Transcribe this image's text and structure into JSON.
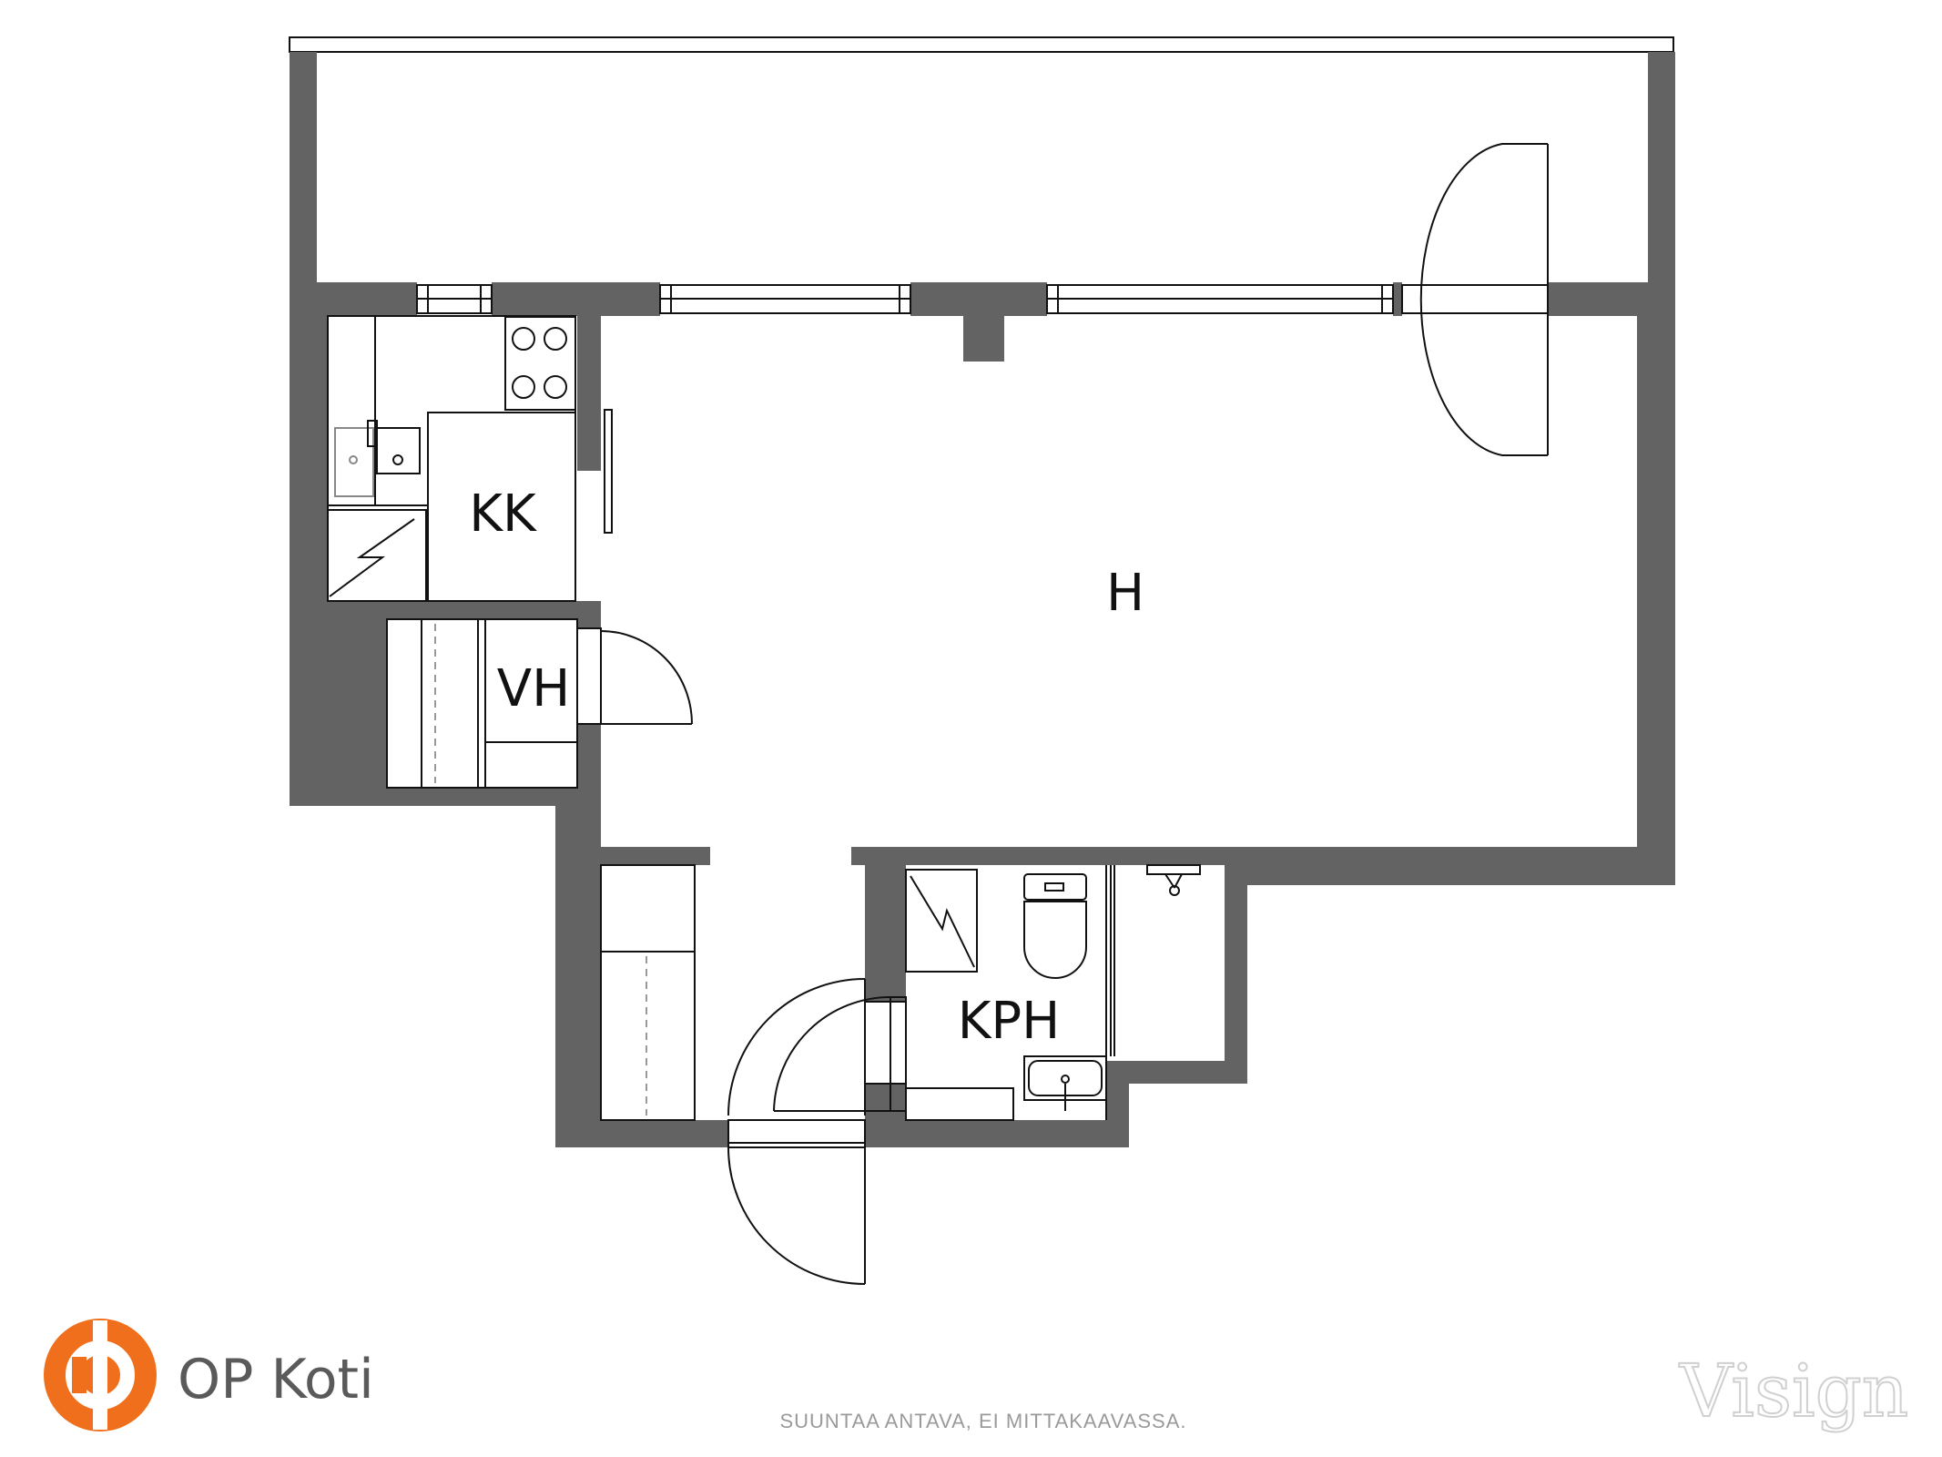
{
  "rooms": {
    "kk": "KK",
    "h": "H",
    "vh": "VH",
    "kph": "KPH"
  },
  "footer": {
    "disclaimer": "SUUNTAA ANTAVA, EI MITTAKAAVASSA.",
    "brand": "OP Koti",
    "watermark": "Visign"
  },
  "colors": {
    "wall": "#636363",
    "brand_orange": "#f06f1d"
  },
  "icons": [
    "op-logo-icon",
    "stove-icon",
    "sink-icon",
    "toilet-icon",
    "electrical-panel-icon",
    "door-swing-icon",
    "shower-icon"
  ]
}
